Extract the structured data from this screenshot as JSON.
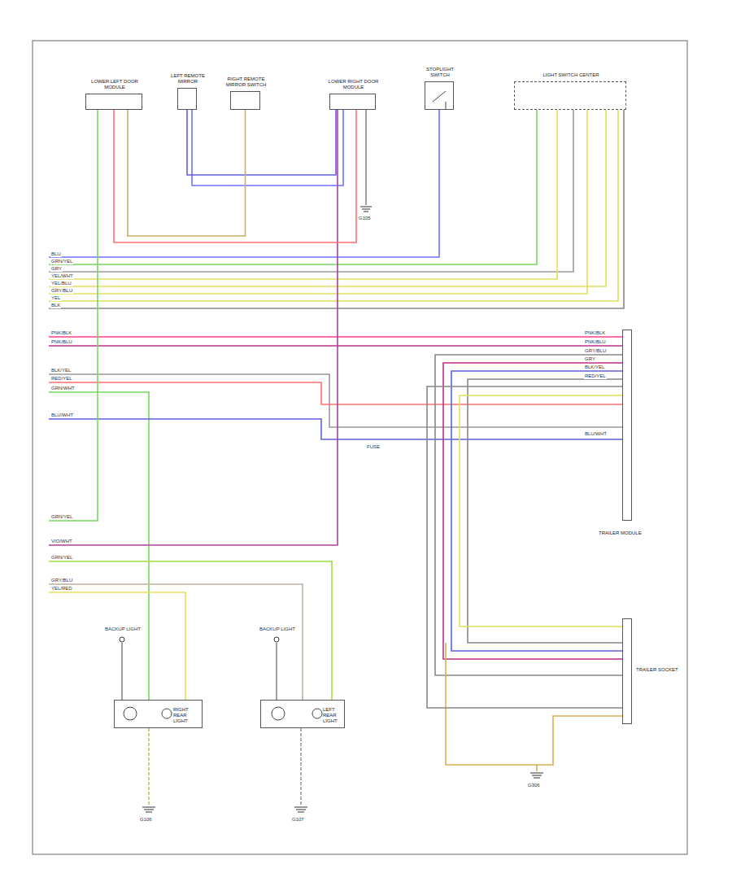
{
  "diagram": {
    "nodes": [
      {
        "text": [
          "LOWER LEFT DOOR MODULE"
        ]
      },
      {
        "text": [
          "LEFT REMOTE MIRROR"
        ]
      },
      {
        "text": [
          "RIGHT REMOTE MIRROR SWITCH"
        ]
      },
      {
        "text": [
          "LOWER RIGHT DOOR MODULE"
        ]
      },
      {
        "text": [
          "STOPLIGHT SWITCH"
        ]
      },
      {
        "text": [
          "LIGHT SWITCH CENTER"
        ]
      },
      {
        "text": [
          "TRAILER MODULE"
        ]
      },
      {
        "text": [
          "TRAILER SOCKET"
        ]
      },
      {
        "text": [
          "RIGHT REAR LIGHT"
        ]
      },
      {
        "text": [
          "LEFT REAR LIGHT"
        ]
      }
    ],
    "edges": [
      {
        "from": 1,
        "to": 3,
        "arrow": "none"
      },
      {
        "from": 2,
        "to": 0,
        "arrow": "none"
      },
      {
        "from": 6,
        "to": 7,
        "arrow": "none"
      }
    ],
    "labels": [
      "BLU",
      "GRN/YEL",
      "GRY",
      "YEL/WHT",
      "YEL/BLU",
      "GRY/BLU",
      "YEL",
      "BLK",
      "PNK/BLK",
      "PNK/BLU",
      "BLK/YEL",
      "RED/YEL",
      "GRN/WHT",
      "BLU/WHT",
      "GRN/YEL",
      "VIO/WHT",
      "GRN/YEL",
      "GRY/BLU",
      "YEL/RED",
      "BACKUP LIGHT",
      "BACKUP LIGHT",
      "G106",
      "G107",
      "G306",
      "G105",
      "FUSE",
      "PNK/BLK",
      "PNK/BLU",
      "GRY/BLU",
      "GRY",
      "BLK/YEL",
      "RED/YEL",
      "BLU/WHT"
    ]
  }
}
